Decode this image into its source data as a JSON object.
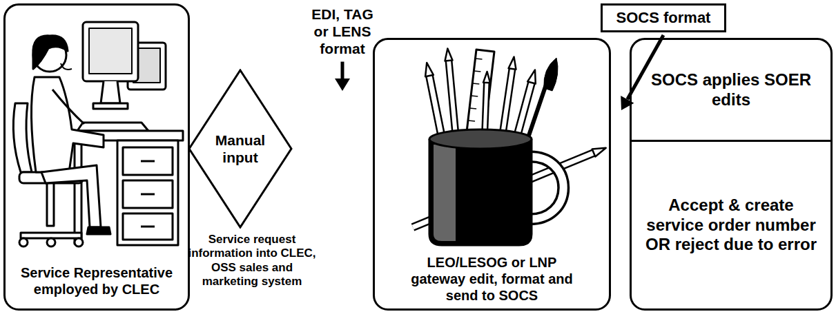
{
  "diagram": {
    "nodes": [
      {
        "text": [
          "Service Representative employed by CLEC"
        ]
      },
      {
        "text": [
          "Manual input"
        ]
      },
      {
        "text": [
          "LEO/LESOG or LNP gateway edit, format and send to SOCS"
        ]
      },
      {
        "text": [
          "SOCS format"
        ]
      },
      {
        "text": [
          "SOCS applies SOER edits",
          "Accept & create service order number OR reject due to error"
        ]
      }
    ],
    "labels": [
      "EDI, TAG or LENS format",
      "Service request information into CLEC, OSS sales and marketing system"
    ]
  }
}
